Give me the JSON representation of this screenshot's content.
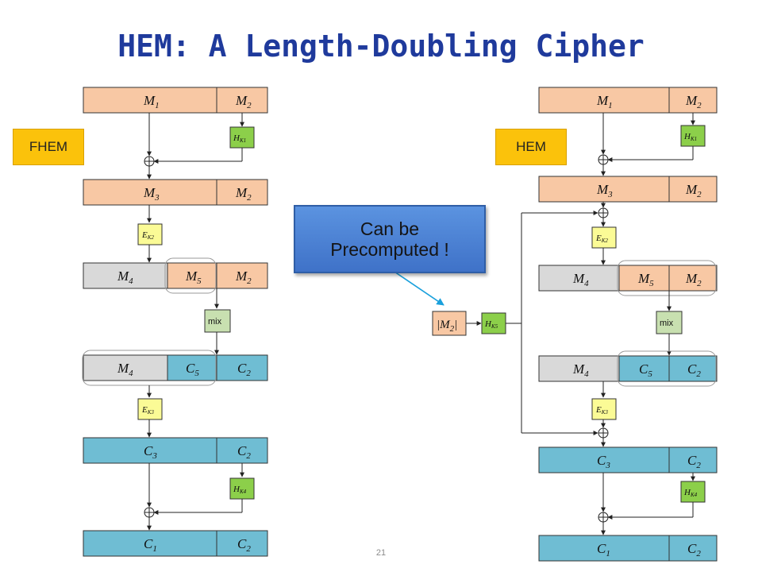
{
  "title": "HEM: A Length-Doubling Cipher",
  "slide_number": "21",
  "tags": {
    "left": "FHEM",
    "right": "HEM"
  },
  "callout": {
    "line1": "Can be",
    "line2": "Precomputed !"
  },
  "blocks": {
    "M": "M",
    "C": "C",
    "H": "H",
    "E": "E",
    "K": "K",
    "mix": "mix",
    "len_m2": "|M",
    "len_bar": "|"
  },
  "colors": {
    "plaintext": "#f8c8a4",
    "ciphertext": "#6fbdd3",
    "internal": "#d9d9d9",
    "hash": "#8ccf4a",
    "enc": "#fbfb96",
    "mix": "#c8e0b0",
    "tag": "#fbc20b",
    "callout": "#4a80d4",
    "title": "#1f3a9c"
  }
}
